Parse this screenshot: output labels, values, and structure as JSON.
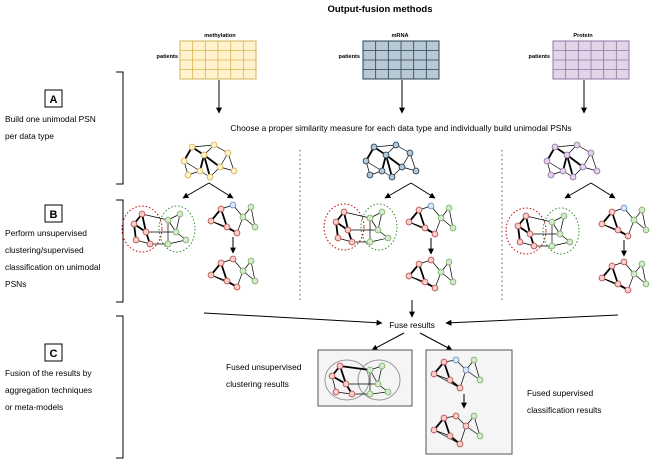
{
  "title": "Output-fusion methods",
  "data_types": [
    "methylation",
    "mRNA",
    "Protein"
  ],
  "row_label": "patients",
  "steps": [
    {
      "letter": "A",
      "lines": [
        "Build one unimodal PSN",
        "per data type"
      ]
    },
    {
      "letter": "B",
      "lines": [
        "Perform unsupervised",
        "clustering/supervised",
        "classification on unimodal",
        "PSNs"
      ]
    },
    {
      "letter": "C",
      "lines": [
        "Fusion of the results by",
        "aggregation techniques",
        "or meta-models"
      ]
    }
  ],
  "similarity_caption": "Choose a proper similarity measure for each data type and individually build unimodal PSNs",
  "fuse_label": "Fuse results",
  "fused_unsupervised": [
    "Fused unsupervised",
    "clustering results"
  ],
  "fused_supervised": [
    "Fused supervised",
    "classification results"
  ],
  "colors": {
    "methylation": "#fff2cc",
    "methylation_border": "#d6b656",
    "mrna": "#bac8d3",
    "mrna_border": "#23445d",
    "protein": "#e1d5e7",
    "protein_border": "#9673a6",
    "red_node": "#f8cecc",
    "red_border": "#b85450",
    "green_node": "#d5e8d4",
    "green_border": "#82b366",
    "blue_node": "#dae8fc",
    "blue_border": "#6c8ebf",
    "panel_fill": "#f5f5f5"
  }
}
